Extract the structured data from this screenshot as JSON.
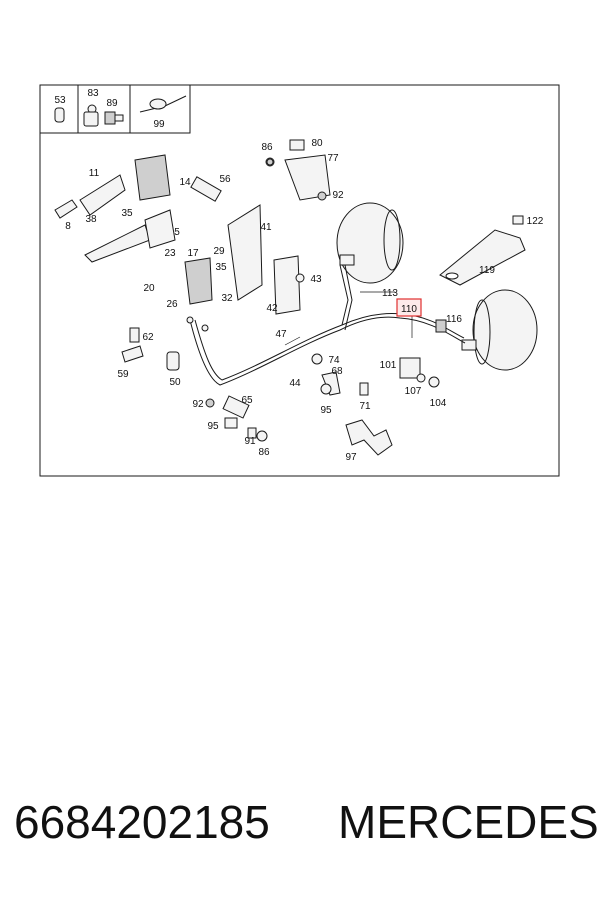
{
  "diagram": {
    "legend_callouts": [
      "53",
      "83",
      "89",
      "99"
    ],
    "callouts": [
      "80",
      "86",
      "77",
      "92",
      "11",
      "14",
      "56",
      "8",
      "38",
      "35",
      "5",
      "41",
      "122",
      "17",
      "29",
      "23",
      "35",
      "43",
      "119",
      "20",
      "32",
      "113",
      "110",
      "26",
      "42",
      "116",
      "62",
      "47",
      "59",
      "50",
      "74",
      "68",
      "101",
      "44",
      "107",
      "104",
      "92",
      "65",
      "95",
      "71",
      "95",
      "91",
      "86",
      "97"
    ],
    "highlighted_callout": "110",
    "highlight_color": "#e03030"
  },
  "footer": {
    "part_number": "6684202185",
    "brand": "MERCEDES"
  }
}
